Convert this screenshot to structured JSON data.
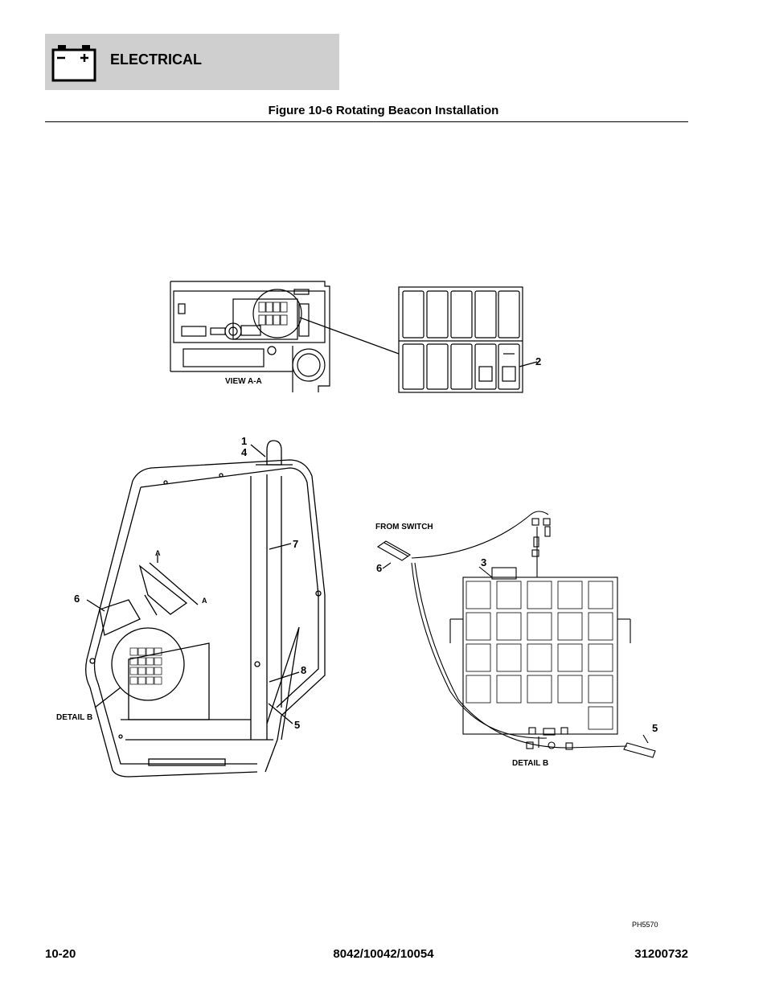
{
  "header": {
    "section_title": "ELECTRICAL",
    "icon": "battery-icon"
  },
  "figure": {
    "title": "Figure 10-6 Rotating Beacon Installation"
  },
  "callouts": {
    "c1": "1",
    "c4": "4",
    "c2": "2",
    "c3": "3",
    "c5a": "5",
    "c5b": "5",
    "c6a": "6",
    "c6b": "6",
    "c7": "7",
    "c8": "8"
  },
  "labels": {
    "view_aa": "VIEW A-A",
    "detail_b_left": "DETAIL B",
    "detail_b_right": "DETAIL B",
    "from_switch": "FROM SWITCH",
    "a_top": "A",
    "a_bottom": "A"
  },
  "image_ref": "PH5570",
  "footer": {
    "page_number": "10-20",
    "models": "8042/10042/10054",
    "doc_number": "31200732"
  }
}
